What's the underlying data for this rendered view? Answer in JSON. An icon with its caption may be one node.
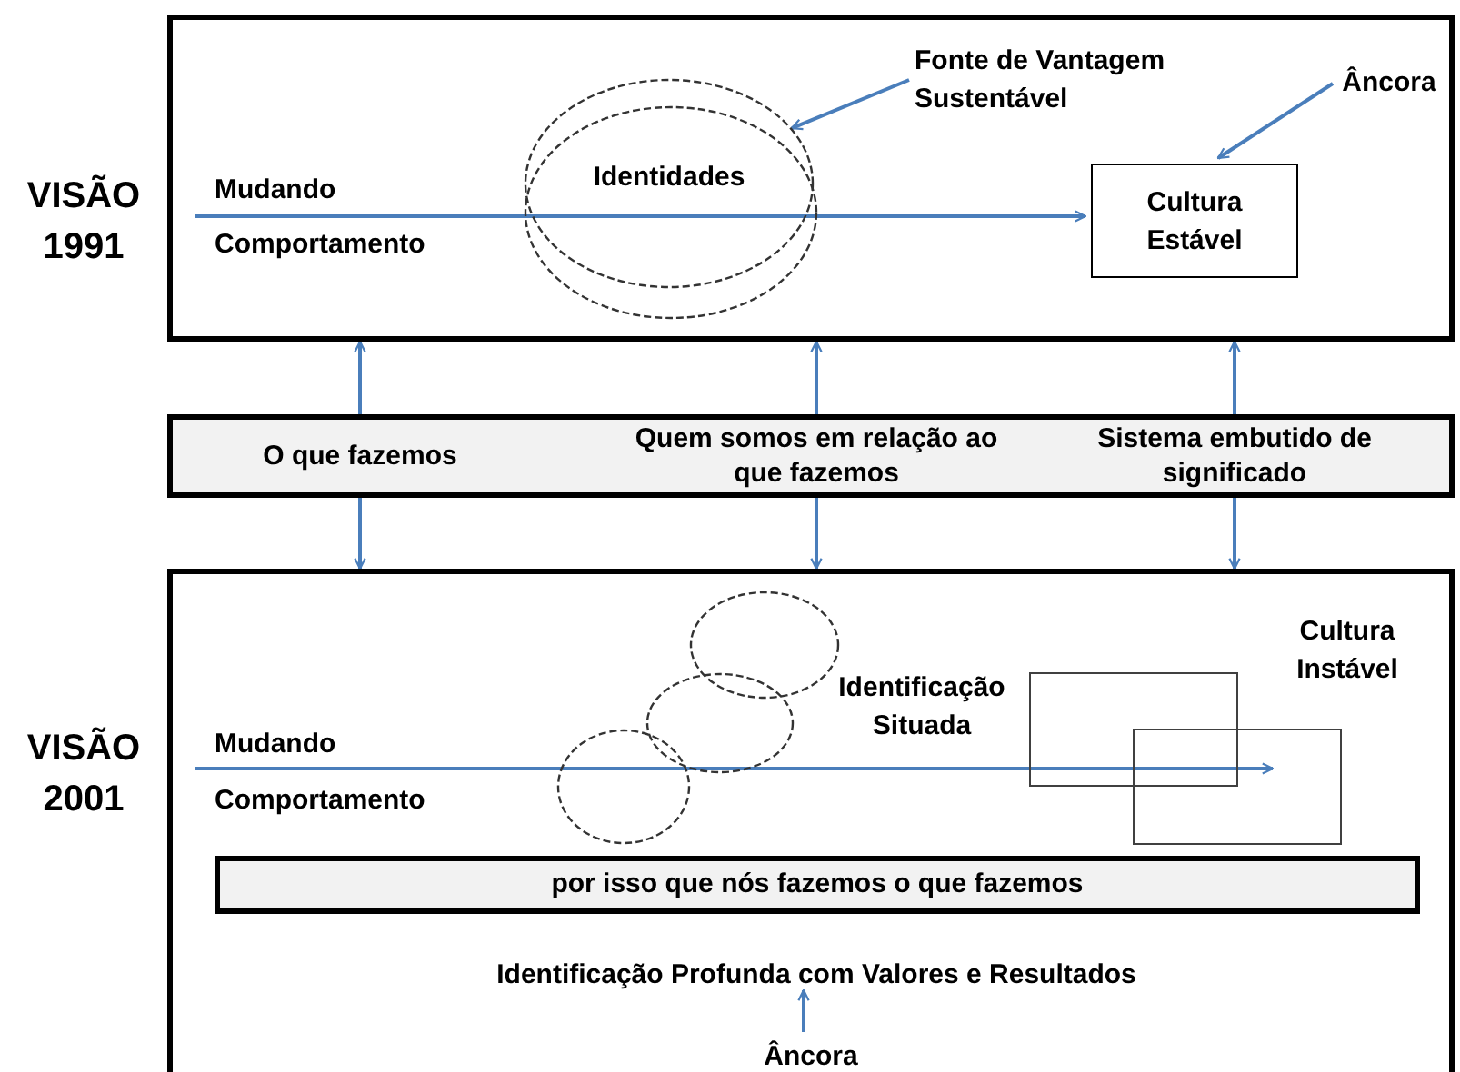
{
  "diagram": {
    "nodes": [
      {
        "text": [],
        "shape": "box",
        "beside": [
          "VISÃO 1991"
        ]
      },
      {
        "text": [
          "Identidades"
        ],
        "in": 0
      },
      {
        "text": [],
        "shape": "ellipse",
        "in": 0
      },
      {
        "text": [
          "Fonte de Vantagem Sustentável"
        ],
        "in": 0
      },
      {
        "text": [
          "Âncora"
        ],
        "in": 0
      },
      {
        "text": [
          "Cultura Estável"
        ],
        "in": 0
      },
      {
        "text": [
          "O que fazemos",
          "Quem somos em relação ao que fazemos",
          "Sistema embutido de significado"
        ]
      },
      {
        "text": [],
        "shape": "box",
        "beside": [
          "VISÃO 2001"
        ]
      },
      {
        "text": [],
        "shape": "ellipse",
        "in": 7
      },
      {
        "text": [],
        "shape": "ellipse",
        "in": 7
      },
      {
        "text": [],
        "shape": "ellipse",
        "in": 7
      },
      {
        "text": [],
        "shape": "box",
        "in": 7
      },
      {
        "text": [],
        "shape": "box",
        "in": 7
      },
      {
        "text": [
          "por isso que nós fazemos o que fazemos"
        ],
        "in": 7
      },
      {
        "text": [
          "Identificação Profunda com Valores e Resultados"
        ],
        "in": 7
      },
      {
        "text": [
          "Âncora"
        ],
        "in": 7
      }
    ],
    "edges": [
      {
        "from": null,
        "to": 5,
        "arrow": "to"
      },
      {
        "from": 3,
        "to": 1,
        "arrow": "to"
      },
      {
        "from": 4,
        "to": 5,
        "arrow": "to"
      },
      {
        "from": 6,
        "to": 0,
        "arrow": "to"
      },
      {
        "from": 6,
        "to": 0,
        "arrow": "to"
      },
      {
        "from": 6,
        "to": 0,
        "arrow": "to"
      },
      {
        "from": 6,
        "to": 7,
        "arrow": "to"
      },
      {
        "from": 6,
        "to": 7,
        "arrow": "to"
      },
      {
        "from": 6,
        "to": 7,
        "arrow": "to"
      },
      {
        "from": 15,
        "to": 14,
        "arrow": "to"
      }
    ],
    "labels": [
      "Mudando",
      "Comportamento",
      "Mudando",
      "Comportamento",
      "Identificação Situada",
      "Cultura Instável"
    ]
  }
}
